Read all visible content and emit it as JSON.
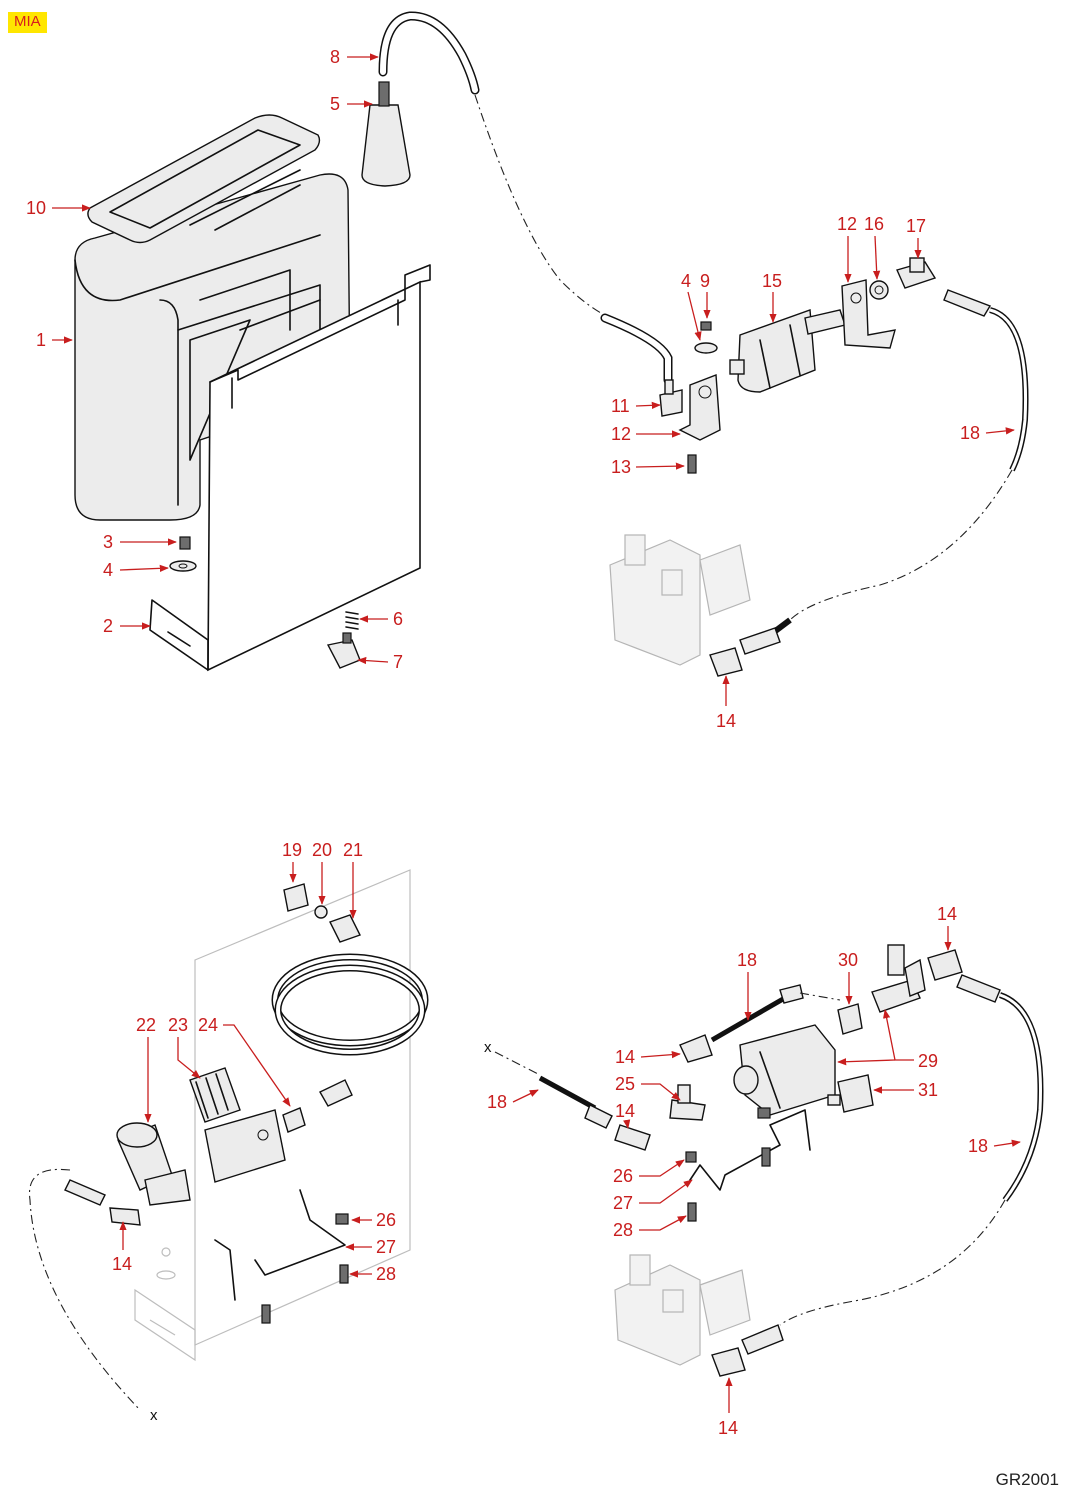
{
  "badge": "MIA",
  "drawing_code": "GR2001",
  "ref_mark": "x",
  "callouts": {
    "c1": "1",
    "c2": "2",
    "c3": "3",
    "c4a": "4",
    "c5": "5",
    "c6": "6",
    "c7": "7",
    "c8": "8",
    "c10": "10",
    "c4b": "4",
    "c9": "9",
    "c15": "15",
    "c12a": "12",
    "c16": "16",
    "c17": "17",
    "c11": "11",
    "c12b": "12",
    "c13": "13",
    "c18a": "18",
    "c14a": "14",
    "c19": "19",
    "c20": "20",
    "c21": "21",
    "c22": "22",
    "c23": "23",
    "c24": "24",
    "c26a": "26",
    "c27a": "27",
    "c28a": "28",
    "c14b": "14",
    "c18b": "18",
    "c30": "30",
    "c14c": "14",
    "c14d": "14",
    "c25": "25",
    "c14e": "14",
    "c18c": "18",
    "c29": "29",
    "c31": "31",
    "c26b": "26",
    "c27b": "27",
    "c28b": "28",
    "c18d": "18",
    "c14f": "14"
  }
}
